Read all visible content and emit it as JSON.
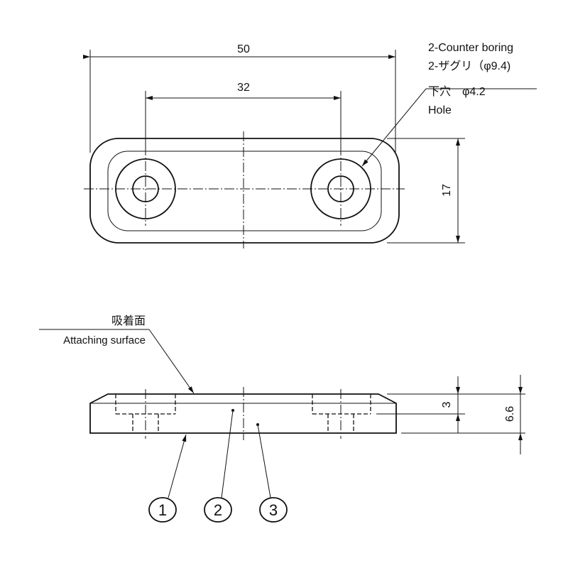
{
  "top_view": {
    "dim_overall_length": "50",
    "dim_hole_pitch": "32",
    "dim_width": "17",
    "callout": {
      "line1": "2-Counter boring",
      "line2": "2-ザグリ（φ9.4)",
      "line3": "下穴　φ4.2",
      "line4": "Hole"
    }
  },
  "side_view": {
    "surface_label_ja": "吸着面",
    "surface_label_en": "Attaching surface",
    "dim_counterbore_depth": "3",
    "dim_thickness": "6.6",
    "balloons": [
      "1",
      "2",
      "3"
    ]
  }
}
